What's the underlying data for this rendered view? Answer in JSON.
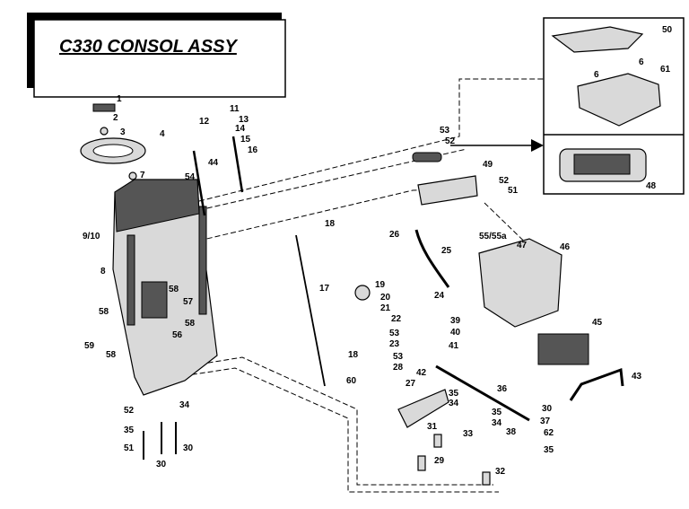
{
  "title": "C330 CONSOL ASSY",
  "callouts": [
    {
      "id": "c1",
      "text": "1"
    },
    {
      "id": "c2",
      "text": "2"
    },
    {
      "id": "c3",
      "text": "3"
    },
    {
      "id": "c4",
      "text": "4"
    },
    {
      "id": "c7",
      "text": "7"
    },
    {
      "id": "c8",
      "text": "8"
    },
    {
      "id": "c910",
      "text": "9/10"
    },
    {
      "id": "c11",
      "text": "11"
    },
    {
      "id": "c12",
      "text": "12"
    },
    {
      "id": "c13",
      "text": "13"
    },
    {
      "id": "c14",
      "text": "14"
    },
    {
      "id": "c15",
      "text": "15"
    },
    {
      "id": "c16",
      "text": "16"
    },
    {
      "id": "c17",
      "text": "17"
    },
    {
      "id": "c18a",
      "text": "18"
    },
    {
      "id": "c18b",
      "text": "18"
    },
    {
      "id": "c19",
      "text": "19"
    },
    {
      "id": "c20",
      "text": "20"
    },
    {
      "id": "c21",
      "text": "21"
    },
    {
      "id": "c22",
      "text": "22"
    },
    {
      "id": "c23",
      "text": "23"
    },
    {
      "id": "c24",
      "text": "24"
    },
    {
      "id": "c25",
      "text": "25"
    },
    {
      "id": "c26",
      "text": "26"
    },
    {
      "id": "c27",
      "text": "27"
    },
    {
      "id": "c28",
      "text": "28"
    },
    {
      "id": "c29",
      "text": "29"
    },
    {
      "id": "c30a",
      "text": "30"
    },
    {
      "id": "c30b",
      "text": "30"
    },
    {
      "id": "c30c",
      "text": "30"
    },
    {
      "id": "c31",
      "text": "31"
    },
    {
      "id": "c32",
      "text": "32"
    },
    {
      "id": "c33",
      "text": "33"
    },
    {
      "id": "c34a",
      "text": "34"
    },
    {
      "id": "c34b",
      "text": "34"
    },
    {
      "id": "c34c",
      "text": "34"
    },
    {
      "id": "c35a",
      "text": "35"
    },
    {
      "id": "c35b",
      "text": "35"
    },
    {
      "id": "c35c",
      "text": "35"
    },
    {
      "id": "c35d",
      "text": "35"
    },
    {
      "id": "c36",
      "text": "36"
    },
    {
      "id": "c37",
      "text": "37"
    },
    {
      "id": "c38",
      "text": "38"
    },
    {
      "id": "c39",
      "text": "39"
    },
    {
      "id": "c40",
      "text": "40"
    },
    {
      "id": "c41",
      "text": "41"
    },
    {
      "id": "c42",
      "text": "42"
    },
    {
      "id": "c43",
      "text": "43"
    },
    {
      "id": "c44",
      "text": "44"
    },
    {
      "id": "c45",
      "text": "45"
    },
    {
      "id": "c46",
      "text": "46"
    },
    {
      "id": "c47",
      "text": "47"
    },
    {
      "id": "c48",
      "text": "48"
    },
    {
      "id": "c49",
      "text": "49"
    },
    {
      "id": "c50",
      "text": "50"
    },
    {
      "id": "c51a",
      "text": "51"
    },
    {
      "id": "c51b",
      "text": "51"
    },
    {
      "id": "c52a",
      "text": "52"
    },
    {
      "id": "c52b",
      "text": "52"
    },
    {
      "id": "c52c",
      "text": "52"
    },
    {
      "id": "c53a",
      "text": "53"
    },
    {
      "id": "c53b",
      "text": "53"
    },
    {
      "id": "c53c",
      "text": "53"
    },
    {
      "id": "c54",
      "text": "54"
    },
    {
      "id": "c5555a",
      "text": "55/55a"
    },
    {
      "id": "c56",
      "text": "56"
    },
    {
      "id": "c57",
      "text": "57"
    },
    {
      "id": "c58a",
      "text": "58"
    },
    {
      "id": "c58b",
      "text": "58"
    },
    {
      "id": "c58c",
      "text": "58"
    },
    {
      "id": "c58d",
      "text": "58"
    },
    {
      "id": "c59",
      "text": "59"
    },
    {
      "id": "c60",
      "text": "60"
    },
    {
      "id": "c61",
      "text": "61"
    },
    {
      "id": "c62",
      "text": "62"
    },
    {
      "id": "c6a",
      "text": "6"
    },
    {
      "id": "c6b",
      "text": "6"
    }
  ]
}
